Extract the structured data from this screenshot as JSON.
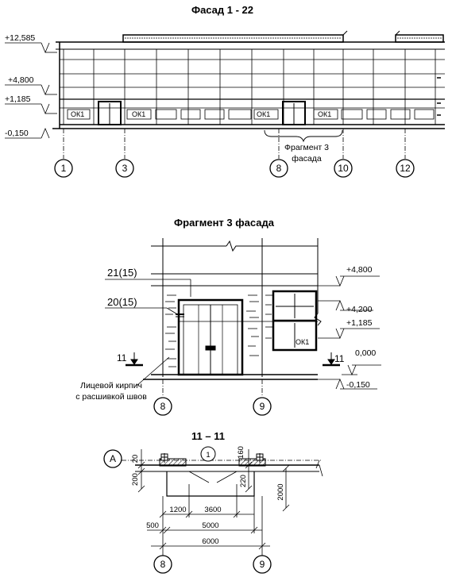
{
  "facade": {
    "title": "Фасад 1 - 22",
    "levels": [
      "+12,585",
      "+4,800",
      "+1,185",
      "-0,150"
    ],
    "window_tags": [
      "ОК1",
      "ОК1",
      "ОК1",
      "ОК1"
    ],
    "axes": [
      "1",
      "3",
      "8",
      "10",
      "12"
    ],
    "callout_line1": "Фрагмент 3",
    "callout_line2": "фасада"
  },
  "fragment": {
    "title": "Фрагмент 3 фасада",
    "marks": [
      "21(15)",
      "20(15)"
    ],
    "section_mark": "11",
    "levels": [
      "+4,800",
      "+4,200",
      "+1,185",
      "0,000",
      "-0,150"
    ],
    "window_tag": "ОК1",
    "note_line1": "Лицевой кирпич",
    "note_line2": "с расшивкой швов",
    "axes": [
      "8",
      "9"
    ]
  },
  "section": {
    "title": "11 – 11",
    "axis_letter": "А",
    "item": "1",
    "dims": [
      "20",
      "160",
      "200",
      "220",
      "2000",
      "1200",
      "3600",
      "500",
      "5000",
      "6000"
    ],
    "axes": [
      "8",
      "9"
    ]
  }
}
